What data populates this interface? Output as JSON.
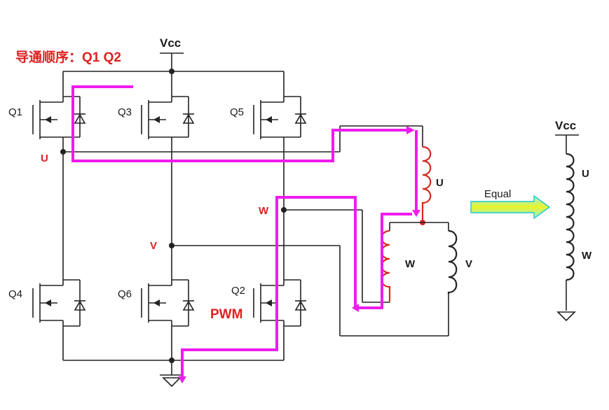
{
  "diagram": {
    "title": "导通顺序：Q1 Q2",
    "supply_label": "Vcc",
    "equal_label": "Equal",
    "pwm_label": "PWM",
    "transistors": [
      "Q1",
      "Q3",
      "Q5",
      "Q4",
      "Q6",
      "Q2"
    ],
    "node_labels": {
      "u": "U",
      "v": "V",
      "w": "W"
    },
    "coil_labels": {
      "u": "U",
      "v": "V",
      "w": "W"
    },
    "equivalent": {
      "vcc": "Vcc",
      "coil_top": "U",
      "coil_bottom": "W"
    },
    "colors": {
      "current_path": "#ee1cee",
      "active_coil": "#d22a1e",
      "label_red": "#e02020",
      "arrow_fill": "#e8f52a",
      "arrow_edge": "#1ec8c8"
    }
  }
}
